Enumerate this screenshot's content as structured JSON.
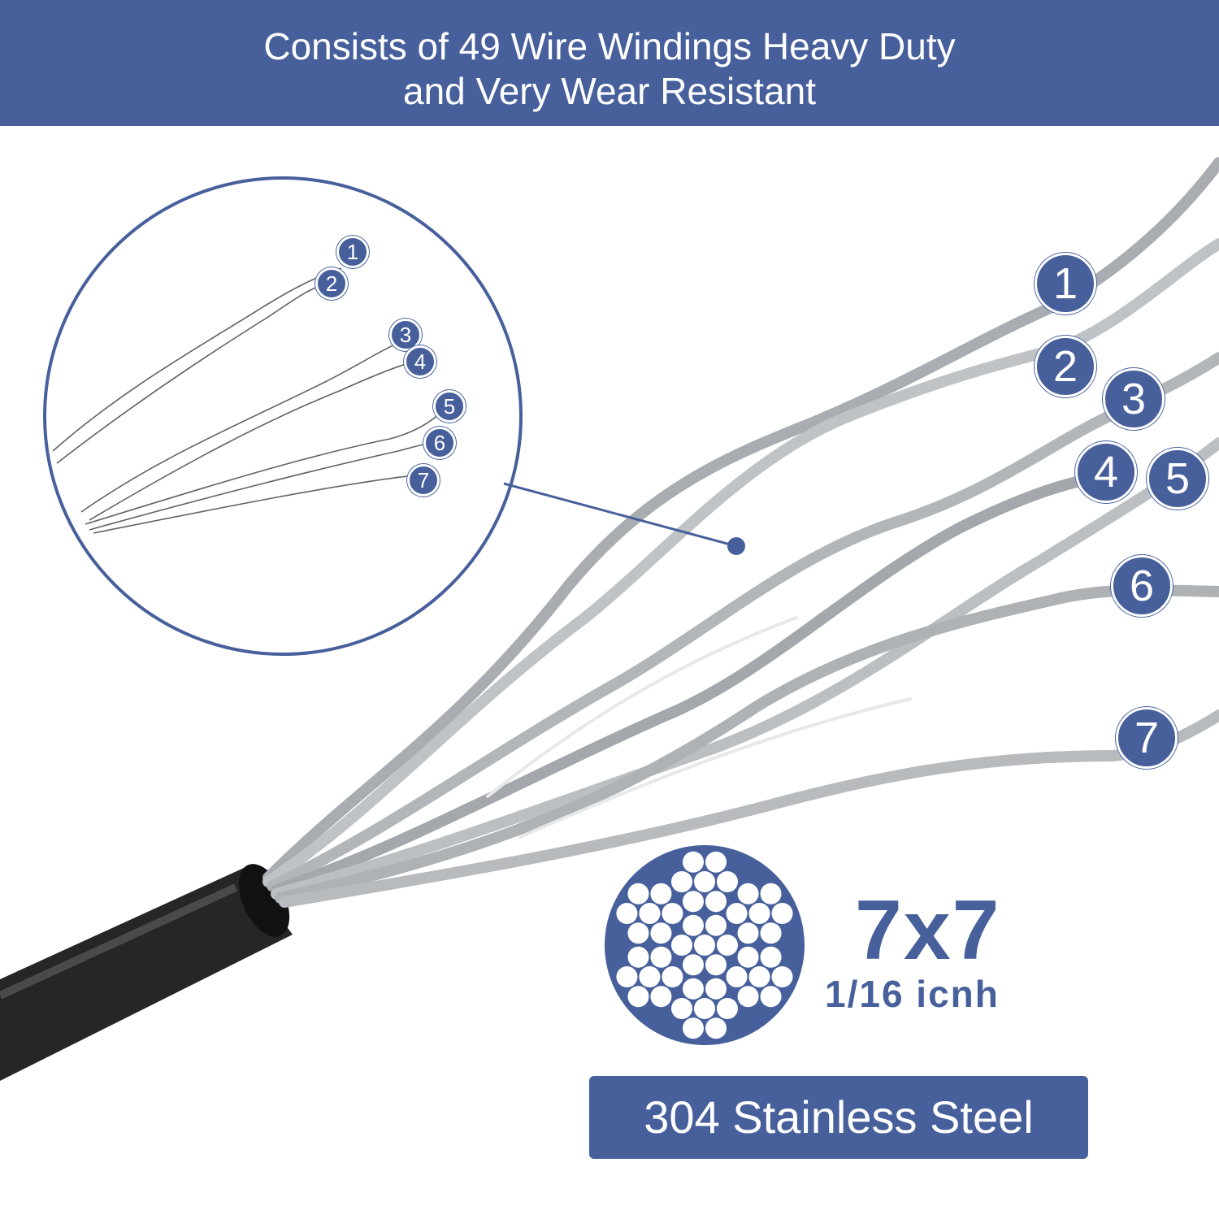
{
  "header": {
    "line1": "Consists of 49 Wire Windings Heavy Duty",
    "line2": "and Very Wear Resistant"
  },
  "spec": {
    "construction": "7x7",
    "diameter": "1/16 icnh",
    "material": "304 Stainless Steel"
  },
  "strand_labels": [
    "1",
    "2",
    "3",
    "4",
    "5",
    "6",
    "7"
  ],
  "colors": {
    "brand_blue": "#47609b",
    "wire_grey": "#b6b9bc",
    "coating_black": "#262626"
  }
}
